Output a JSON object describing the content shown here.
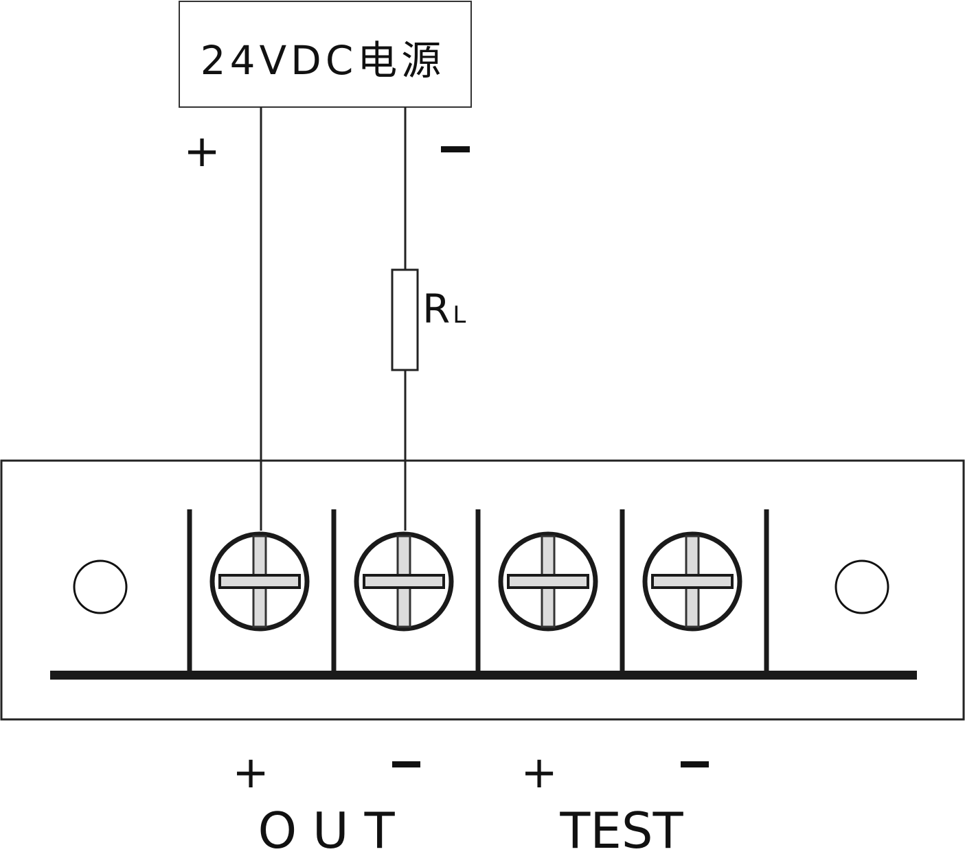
{
  "power_supply": {
    "label": "24VDC电源",
    "plus": "+",
    "minus": "−"
  },
  "resistor": {
    "label_main": "R",
    "label_sub": "L"
  },
  "terminals": [
    {
      "sign": "+"
    },
    {
      "sign": "−"
    },
    {
      "sign": "+"
    },
    {
      "sign": "−"
    }
  ],
  "groups": {
    "out": "O U T",
    "test": "TEST"
  },
  "colors": {
    "line": "#1a1a1a",
    "screw_slot": "#dcdcdc"
  }
}
